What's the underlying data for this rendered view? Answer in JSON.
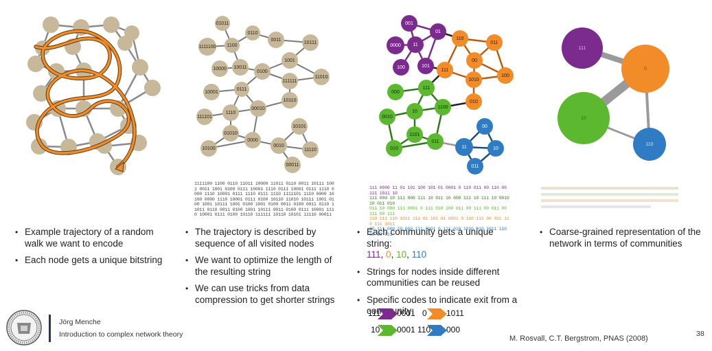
{
  "panel1": {
    "bullets": [
      "Example trajectory of a random walk we want to encode",
      "Each node gets a unique bitstring"
    ]
  },
  "panel2": {
    "nodes": [
      "01011",
      "0110",
      "0011",
      "10111",
      "1111100",
      "1100",
      "1001",
      "10000",
      "10011",
      "0100",
      "11010",
      "111111",
      "0111",
      "10001",
      "10110",
      "1110",
      "00010",
      "111101",
      "01010",
      "0000",
      "10101",
      "10100",
      "0010",
      "11110",
      "00011"
    ],
    "code_string": "1111100 1100 0110 11011 10000 11011 0110 0011 10111 1001 0011 1001 0100 0111 10001 1110 0111 10001 0111 1110 0000 1110 10001 0111 1110 0111 1110 1111101 1110 0000 10100 0000 1110 10001 0111 0100 10110 11010 10111 1001 0100 1001 10111 1001 0100 1001 0100 0011 0100 0011 0110 11011 0110 0011 0100 1001 10111 0011 0100 0111 10001 1110 10001 0111 0100 10110 111111 10110 10101 11110 00011",
    "bullets": [
      "The trajectory is described by sequence of all visited nodes",
      "We want to optimize the length of the resulting string",
      "We can use tricks from data compression to get shorter strings"
    ]
  },
  "panel3": {
    "purple_nodes": [
      "001",
      "01",
      "0000",
      "11",
      "100",
      "101"
    ],
    "orange_nodes": [
      "110",
      "011",
      "111",
      "00",
      "1010",
      "100",
      "010"
    ],
    "green_nodes": [
      "000",
      "111",
      "0010",
      "10",
      "1100",
      "1101",
      "010",
      "011"
    ],
    "blue_nodes": [
      "00",
      "11",
      "10",
      "011"
    ],
    "code_lines": [
      "111 0000 11 01 101 100 101 01 0001 0 110 011 00 110 00 111 1011 10",
      "111 000 10 111 000 111 10 011 10 000 111 10 111 10 0010 10 011 010",
      "011 10 000 111 0001 0 111 010 100 011 00 111 00 011 00 111 00 111",
      "110 111 110 1011 111 01 101 01 0001 0 110 111 00 011 110 111 1011",
      "10 111 000 10 000 111 0001 0 111 010 1010 010 1011 110 00 10 011"
    ],
    "bullet1": "Each community gets a unique string:",
    "community_codes": [
      "111",
      "0",
      "10",
      "110"
    ],
    "community_code_sep": ", ",
    "bullet2": "Strings for nodes inside different communities can be reused",
    "bullet3": "Specific codes to indicate exit from a community:",
    "exit_codes": [
      {
        "code": "111",
        "exit": "0001",
        "color": "#7b2a8e"
      },
      {
        "code": "0",
        "exit": "1011",
        "color": "#f28c28"
      },
      {
        "code": "10",
        "exit": "0001",
        "color": "#5cb82e"
      },
      {
        "code": "110",
        "exit": "000",
        "color": "#2f7bc4"
      }
    ]
  },
  "panel4": {
    "nodes": [
      {
        "label": "111",
        "color": "#7b2a8e"
      },
      {
        "label": "0",
        "color": "#f28c28"
      },
      {
        "label": "10",
        "color": "#5cb82e"
      },
      {
        "label": "110",
        "color": "#2f7bc4"
      }
    ],
    "bullets": [
      "Coarse-grained representation of the network in terms of communities"
    ]
  },
  "colors": {
    "purple": "#7b2a8e",
    "orange": "#f28c28",
    "green": "#5cb82e",
    "blue": "#2f7bc4",
    "node_beige": "#c8b89a",
    "trajectory": "#f28c28"
  },
  "footer": {
    "name": "Jörg Menche",
    "title": "Introduction to complex network theory",
    "citation": "M. Rosvall, C.T. Bergstrom, PNAS (2008)",
    "page": "38",
    "logo": "university-seal"
  }
}
